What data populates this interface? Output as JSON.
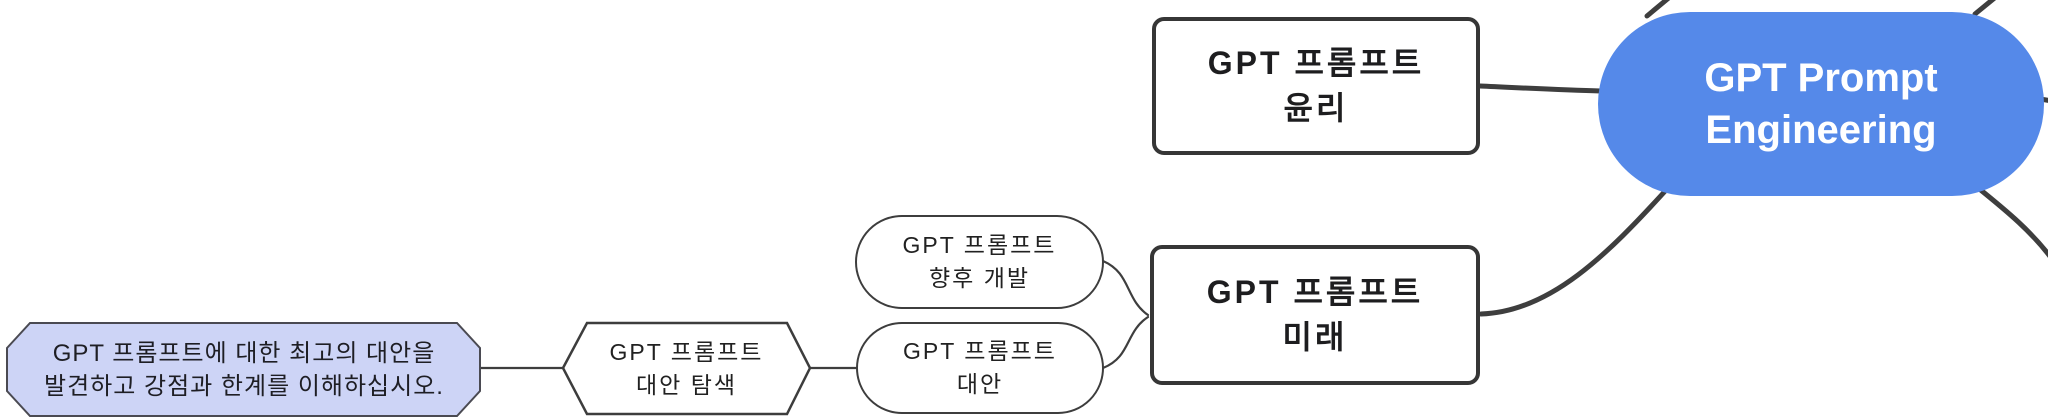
{
  "diagram": {
    "type": "mindmap",
    "colors": {
      "root_fill": "#5589e9",
      "root_text": "#ffffff",
      "box_border": "#363636",
      "thin_border": "#3d3d3d",
      "edge": "#3e3e3e",
      "note_fill": "#cdd4f6",
      "note_border": "#4a4a52",
      "text": "#1d1d1f"
    },
    "nodes": {
      "root": {
        "line1": "GPT Prompt",
        "line2": "Engineering"
      },
      "ethics": {
        "line1": "GPT 프롬프트",
        "line2": "윤리"
      },
      "future": {
        "line1": "GPT 프롬프트",
        "line2": "미래"
      },
      "future_development": {
        "line1": "GPT 프롬프트",
        "line2": "향후 개발"
      },
      "alternatives": {
        "line1": "GPT 프롬프트",
        "line2": "대안"
      },
      "explore_alternatives": {
        "line1": "GPT 프롬프트",
        "line2": "대안 탐색"
      },
      "alternatives_note": {
        "line1": "GPT 프롬프트에 대한 최고의 대안을",
        "line2": "발견하고 강점과 한계를 이해하십시오."
      }
    },
    "edges": [
      {
        "from": "ethics",
        "to": "root"
      },
      {
        "from": "future",
        "to": "root"
      },
      {
        "from": "future_development",
        "to": "future"
      },
      {
        "from": "alternatives",
        "to": "future"
      },
      {
        "from": "explore_alternatives",
        "to": "alternatives"
      },
      {
        "from": "alternatives_note",
        "to": "explore_alternatives"
      },
      {
        "from": "root",
        "to": "offscreen-top-left"
      },
      {
        "from": "root",
        "to": "offscreen-top-right"
      },
      {
        "from": "root",
        "to": "offscreen-right"
      },
      {
        "from": "root",
        "to": "offscreen-bottom-right"
      }
    ]
  }
}
